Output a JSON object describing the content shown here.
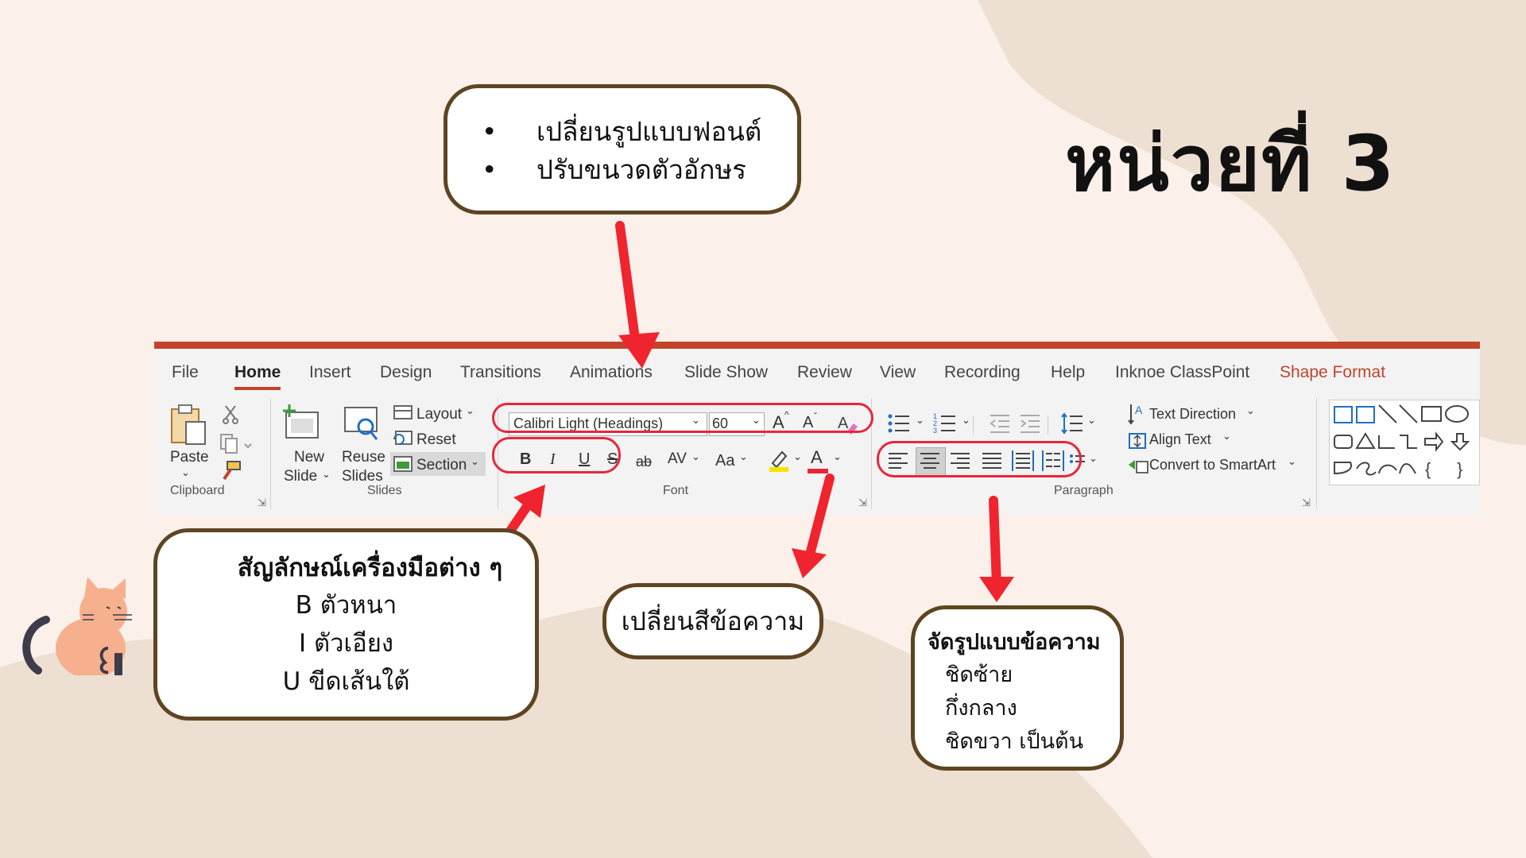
{
  "title": "หน่วยที่ 3",
  "callout_font": {
    "items": [
      "เปลี่ยนรูปแบบฟอนต์",
      "ปรับขนวดตัวอักษร"
    ],
    "bullet": "•"
  },
  "callout_tools": {
    "heading": "สัญลักษณ์เครื่องมือต่าง ๆ",
    "lines": [
      "B ตัวหนา",
      "I  ตัวเอียง",
      "U ขีดเส้นใต้"
    ]
  },
  "callout_color": "เปลี่ยนสีข้อความ",
  "callout_align": {
    "heading": "จัดรูปแบบข้อความ",
    "lines": [
      "ชิดซ้าย",
      "กึ่งกลาง",
      "ชิดขวา เป็นต้น"
    ]
  },
  "ribbon": {
    "tabs": [
      "File",
      "Home",
      "Insert",
      "Design",
      "Transitions",
      "Animations",
      "Slide Show",
      "Review",
      "View",
      "Recording",
      "Help",
      "Inknoe ClassPoint",
      "Shape Format"
    ],
    "active_tab": "Home",
    "clipboard": {
      "paste": "Paste",
      "label": "Clipboard"
    },
    "slides": {
      "new_slide_1": "New",
      "new_slide_2": "Slide",
      "reuse_1": "Reuse",
      "reuse_2": "Slides",
      "layout": "Layout",
      "reset": "Reset",
      "section": "Section",
      "label": "Slides"
    },
    "font": {
      "name": "Calibri Light (Headings)",
      "size": "60",
      "bold": "B",
      "italic": "I",
      "underline": "U",
      "shadow": "S",
      "strike": "ab",
      "spacing": "AV",
      "case": "Aa",
      "grow": "A",
      "shrink": "A",
      "font_color": "A",
      "label": "Font"
    },
    "paragraph": {
      "text_direction": "Text Direction",
      "align_text": "Align Text",
      "smartart": "Convert to SmartArt",
      "label": "Paragraph"
    }
  },
  "colors": {
    "accent": "#c2442b",
    "highlight": "#e8263b",
    "frame": "#5e4522",
    "blob": "#eddfd1"
  }
}
